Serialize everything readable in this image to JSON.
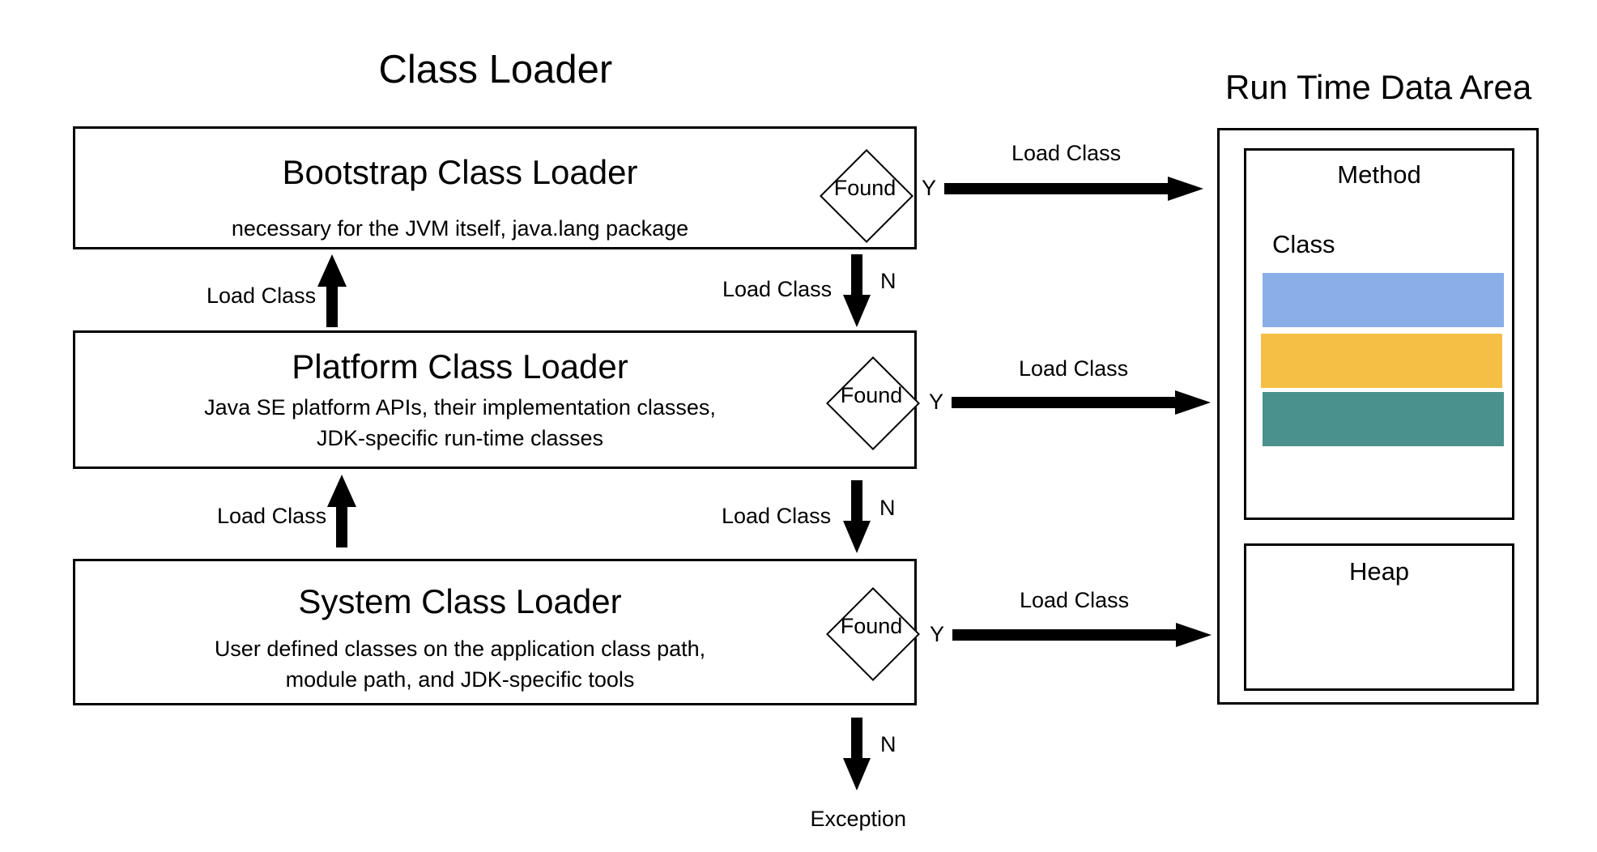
{
  "class_loader": {
    "title": "Class Loader",
    "found_label": "Found",
    "load_class_label": "Load Class",
    "yes_label": "Y",
    "no_label": "N",
    "exception_label": "Exception",
    "loaders": [
      {
        "name": "Bootstrap Class Loader",
        "desc_lines": [
          "necessary for the JVM itself, java.lang package"
        ]
      },
      {
        "name": "Platform Class Loader",
        "desc_lines": [
          "Java SE platform APIs, their implementation classes,",
          "JDK-specific run-time classes"
        ]
      },
      {
        "name": "System Class Loader",
        "desc_lines": [
          "User defined classes on the application class path,",
          "module path, and JDK-specific tools"
        ]
      }
    ]
  },
  "runtime_area": {
    "title": "Run Time Data Area",
    "method_label": "Method",
    "class_label": "Class",
    "heap_label": "Heap",
    "class_colors": [
      "#8aaee8",
      "#f5bf45",
      "#4a918d"
    ]
  }
}
